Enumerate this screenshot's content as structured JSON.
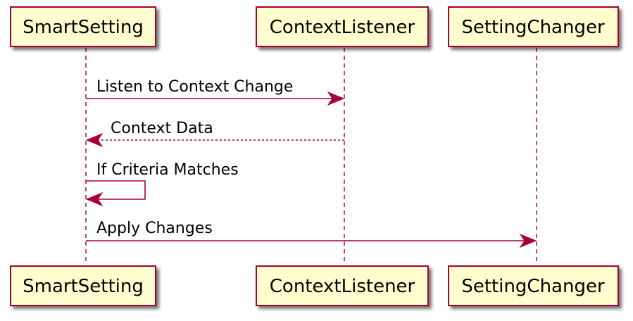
{
  "colors": {
    "participant_fill": "#fefece",
    "border": "#a80036",
    "shadow": "#9a9a9a",
    "text": "#000000",
    "background": "#ffffff"
  },
  "participants": [
    {
      "id": "smartsetting",
      "label": "SmartSetting"
    },
    {
      "id": "contextlistener",
      "label": "ContextListener"
    },
    {
      "id": "settingchanger",
      "label": "SettingChanger"
    }
  ],
  "messages": [
    {
      "from": "smartsetting",
      "to": "contextlistener",
      "label": "Listen to Context Change",
      "style": "solid"
    },
    {
      "from": "contextlistener",
      "to": "smartsetting",
      "label": "Context Data",
      "style": "dashed"
    },
    {
      "from": "smartsetting",
      "to": "smartsetting",
      "label": "If Criteria Matches",
      "style": "solid"
    },
    {
      "from": "smartsetting",
      "to": "settingchanger",
      "label": "Apply Changes",
      "style": "solid"
    }
  ]
}
